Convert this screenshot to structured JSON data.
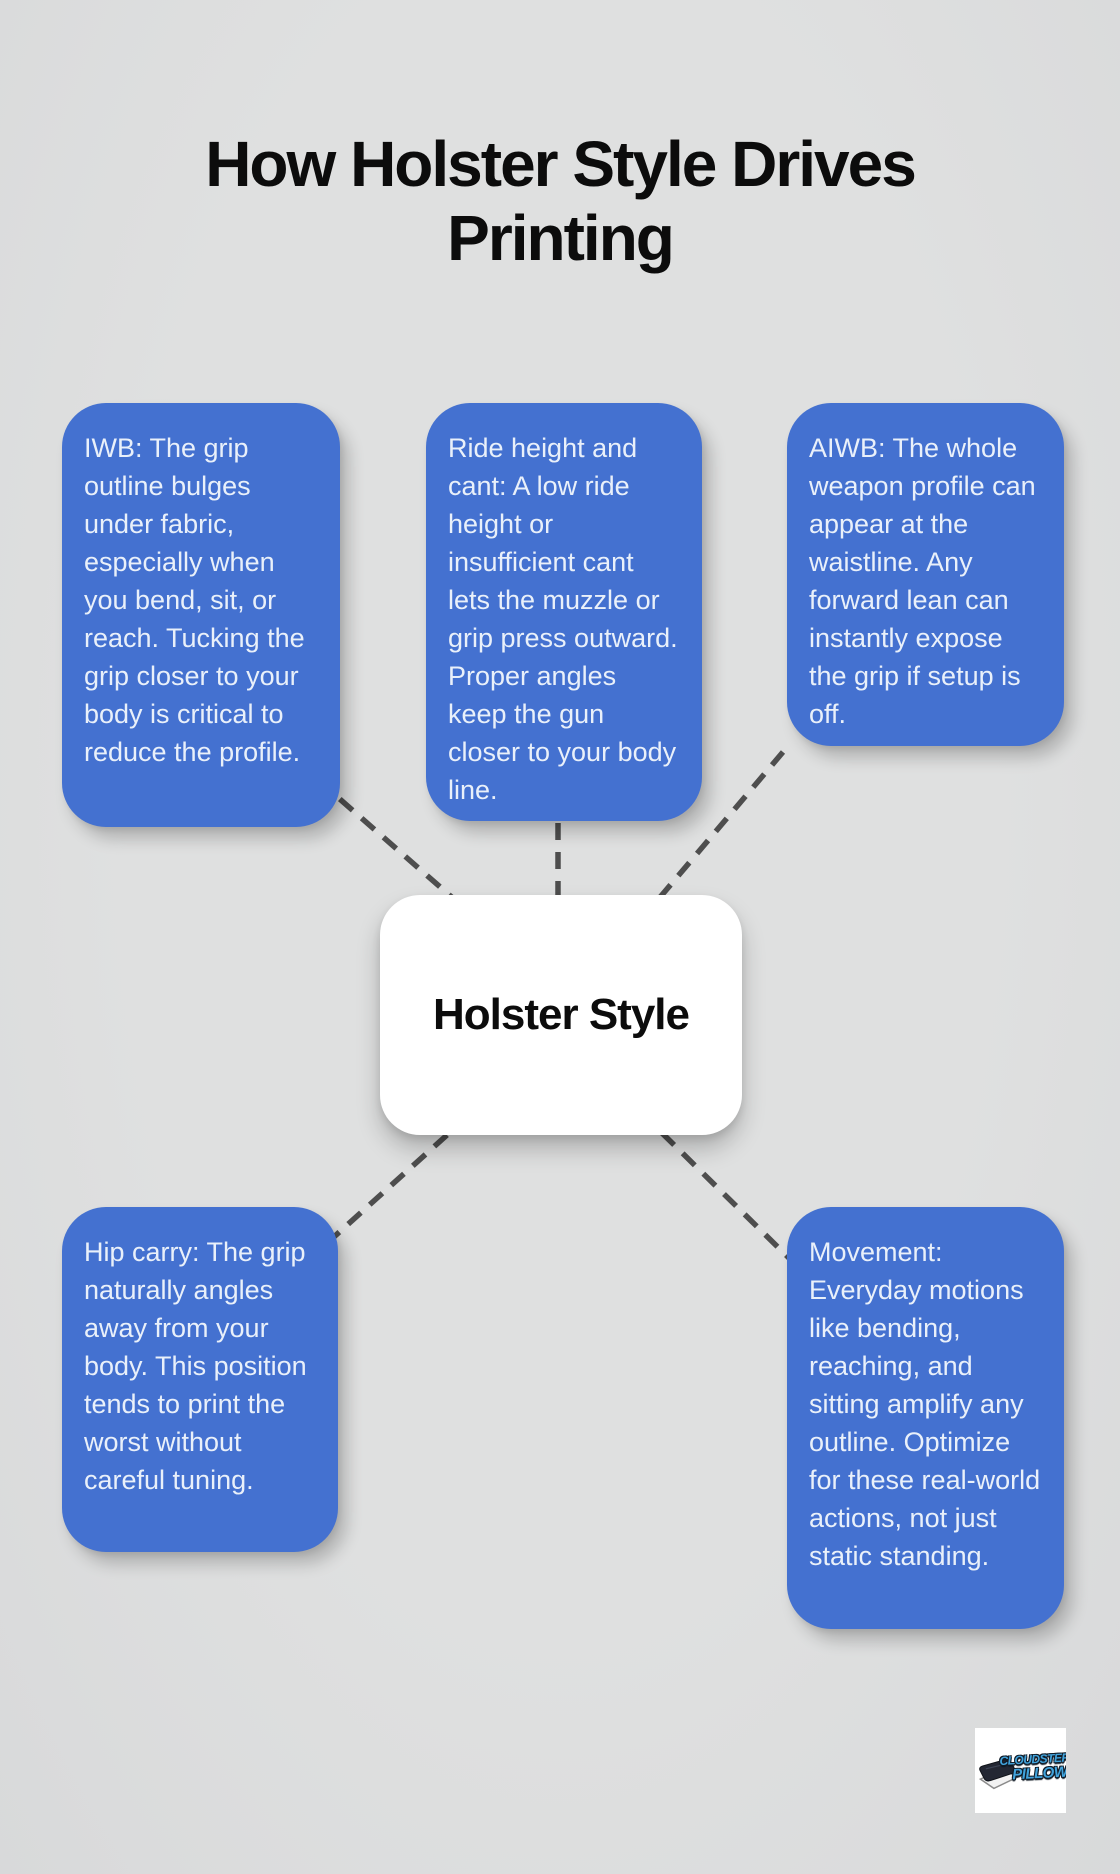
{
  "title": "How Holster Style Drives Printing",
  "center_node": {
    "label": "Holster Style"
  },
  "nodes": [
    {
      "id": "iwb",
      "text": "IWB: The grip outline bulges under fabric, especially when you bend, sit, or reach. Tucking the grip closer to your body is critical to reduce the profile."
    },
    {
      "id": "ride-height-and-cant",
      "text": "Ride height and cant: A low ride height or insufficient cant lets the muzzle or grip press outward. Proper angles keep the gun closer to your body line."
    },
    {
      "id": "aiwb",
      "text": "AIWB: The whole weapon profile can appear at the waistline. Any forward lean can instantly expose the grip if setup is off."
    },
    {
      "id": "hip-carry",
      "text": "Hip carry: The grip naturally angles away from your body. This position tends to print the worst without careful tuning."
    },
    {
      "id": "movement",
      "text": "Movement: Everyday motions like bending, reaching, and sitting amplify any outline. Optimize for these real-world actions, not just static standing."
    }
  ],
  "logo": {
    "line1": "CLOUDSTER",
    "line2": "PILLOW"
  },
  "colors": {
    "background": "#dcddde",
    "node_fill": "#4471d0",
    "node_text": "#e9f0fa",
    "title_text": "#0c0c0c",
    "connector": "#4e4e4e",
    "center_fill": "#ffffff",
    "logo_blue": "#41a3dc"
  }
}
